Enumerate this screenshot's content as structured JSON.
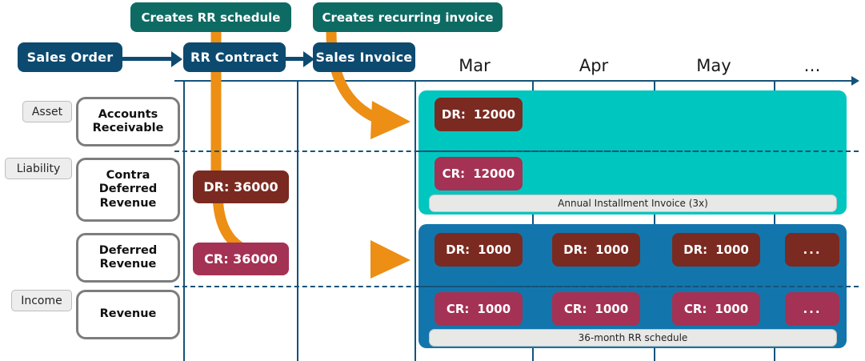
{
  "flow": {
    "boxes": [
      {
        "id": "sales-order",
        "label": "Sales Order"
      },
      {
        "id": "rr-contract",
        "label": "RR Contract"
      },
      {
        "id": "sales-invoice",
        "label": "Sales Invoice"
      }
    ],
    "callouts": [
      {
        "id": "creates-rr-schedule",
        "label": "Creates RR schedule"
      },
      {
        "id": "creates-recurring-invoice",
        "label": "Creates recurring invoice"
      }
    ]
  },
  "accounts": {
    "types": [
      {
        "id": "asset",
        "label": "Asset"
      },
      {
        "id": "liability",
        "label": "Liability"
      },
      {
        "id": "income",
        "label": "Income"
      }
    ],
    "rows": [
      {
        "id": "accounts-receivable",
        "line1": "Accounts",
        "line2": "Receivable",
        "line3": ""
      },
      {
        "id": "contra-deferred-revenue",
        "line1": "Contra",
        "line2": "Deferred",
        "line3": "Revenue"
      },
      {
        "id": "deferred-revenue",
        "line1": "Deferred",
        "line2": "Revenue",
        "line3": ""
      },
      {
        "id": "revenue",
        "line1": "Revenue",
        "line2": "",
        "line3": ""
      }
    ]
  },
  "timeline": {
    "months": [
      "Mar",
      "Apr",
      "May",
      "…"
    ]
  },
  "contract_entries": {
    "debit": "DR: 36000",
    "credit": "CR: 36000"
  },
  "invoice_band": {
    "caption": "Annual Installment Invoice (3x)",
    "debit_label": "DR:",
    "debit_value": "12000",
    "credit_label": "CR:",
    "credit_value": "12000"
  },
  "schedule_band": {
    "caption": "36-month RR schedule",
    "columns": [
      {
        "debit_label": "DR:",
        "debit_value": "1000",
        "credit_label": "CR:",
        "credit_value": "1000"
      },
      {
        "debit_label": "DR:",
        "debit_value": "1000",
        "credit_label": "CR:",
        "credit_value": "1000"
      },
      {
        "debit_label": "DR:",
        "debit_value": "1000",
        "credit_label": "CR:",
        "credit_value": "1000"
      },
      {
        "debit_label": "",
        "debit_value": "...",
        "credit_label": "",
        "credit_value": "..."
      }
    ]
  },
  "colors": {
    "navy": "#0d4a70",
    "teal_green": "#0e6b63",
    "cyan_band": "#00c6c0",
    "blue_band": "#1276ad",
    "debit": "#7a2a21",
    "credit": "#a43254",
    "orange": "#ec8f14",
    "axis": "#15537a"
  }
}
